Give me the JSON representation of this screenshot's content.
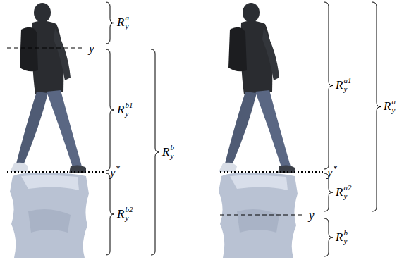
{
  "diagram": {
    "labels": [
      "Rya",
      "y",
      "Ryb1",
      "y*",
      "Ryb2",
      "Ryb",
      "Rya1",
      "Rya",
      "y*",
      "Rya2",
      "y",
      "Ryb"
    ]
  }
}
